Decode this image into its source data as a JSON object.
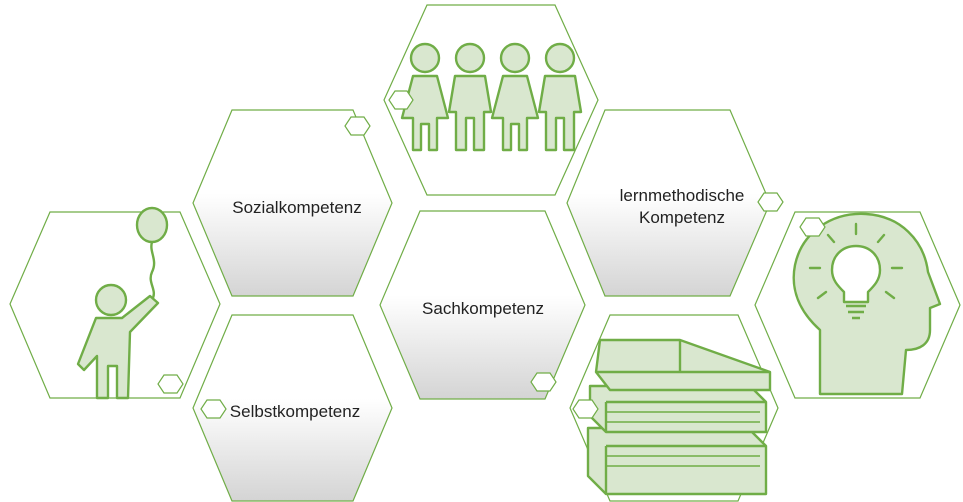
{
  "labels": {
    "social": "Sozialkompetenz",
    "method_line1": "lernmethodische",
    "method_line2": "Kompetenz",
    "subject": "Sachkompetenz",
    "self": "Selbstkompetenz"
  },
  "colors": {
    "outline": "#70ad47",
    "icon_fill": "#d9e7cf",
    "icon_stroke": "#70ad47",
    "text": "#222222",
    "gradient_top": "#ffffff",
    "gradient_bottom": "#d7d7d7"
  },
  "icons": [
    "people-group-icon",
    "child-with-balloon-icon",
    "books-stack-icon",
    "head-lightbulb-icon"
  ]
}
